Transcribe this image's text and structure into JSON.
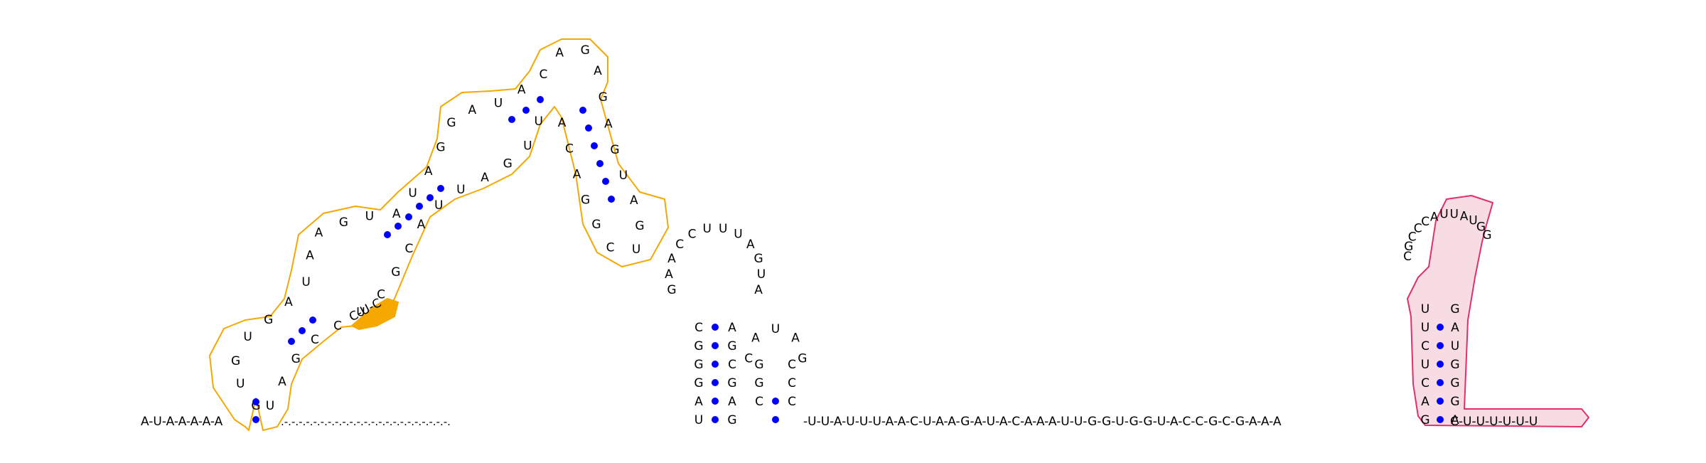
{
  "title": "",
  "colors": {
    "base": "#000000",
    "pair_dot": "#0000ff",
    "highlight_1_stroke": "#f5a800",
    "highlight_1_fill": "#ffffff",
    "highlight_1_solid": "#f5a800",
    "highlight_2_stroke": "#e0306a",
    "highlight_2_fill": "#f7dce4",
    "background": "#ffffff"
  },
  "leader": "A-U-A-A-A-A-A",
  "gap_segment": ".-.-.-.-.-.-.-.-.-.-.-.-.-.-.-.-.-.-.-.-.-.-.-.",
  "linker": "-U-U-A-U-U-U-A-A-C-U-A-A-G-A-U-A-C-A-A-A-U-U-G-G-U-G-G-U-A-C-C-G-C-G-A-A-A",
  "tail": "C-U-U-U-U-U-U",
  "motif_1": {
    "stem_5p": [
      "A",
      "U",
      "C",
      "G",
      "G",
      "C",
      "C",
      "U",
      "G",
      "G",
      "U",
      "U",
      "U",
      "U",
      "A",
      "A",
      "G",
      "U",
      "G",
      "G",
      "A",
      "U",
      "C"
    ],
    "loop_bases": [
      "G",
      "U",
      "G",
      "U",
      "G",
      "A",
      "U",
      "A",
      "A",
      "G",
      "U",
      "A",
      "U",
      "A",
      "G",
      "G",
      "A",
      "U",
      "A",
      "C",
      "A",
      "G",
      "A",
      "G",
      "A",
      "G",
      "U",
      "A",
      "G",
      "U",
      "C",
      "G",
      "G",
      "A",
      "C",
      "A",
      "U",
      "U",
      "G",
      "A",
      "U",
      "U",
      "A",
      "C",
      "G",
      "C",
      "U",
      "C",
      "C",
      "G",
      "A",
      "U"
    ],
    "highlight_text": "C-U-C"
  },
  "hairpin_2": {
    "stem_5p": [
      "U",
      "A",
      "G",
      "G",
      "G",
      "C"
    ],
    "stem_3p": [
      "G",
      "A",
      "G",
      "C",
      "G",
      "A"
    ],
    "loop": [
      "G",
      "A",
      "A",
      "C",
      "C",
      "U",
      "U",
      "U",
      "A",
      "G",
      "U",
      "A"
    ]
  },
  "hairpin_3": {
    "stem_5p": [
      "C",
      "G",
      "G"
    ],
    "stem_3p": [
      "C",
      "C",
      "C"
    ],
    "loop": [
      "C",
      "A",
      "U",
      "A",
      "G"
    ]
  },
  "motif_2": {
    "stem_5p": [
      "G",
      "A",
      "C",
      "U",
      "C",
      "U",
      "U"
    ],
    "stem_3p": [
      "A",
      "G",
      "G",
      "G",
      "U",
      "A",
      "G"
    ],
    "loop": [
      "C",
      "G",
      "C",
      "C",
      "C",
      "A",
      "U",
      "U",
      "A",
      "U",
      "G",
      "G"
    ]
  }
}
